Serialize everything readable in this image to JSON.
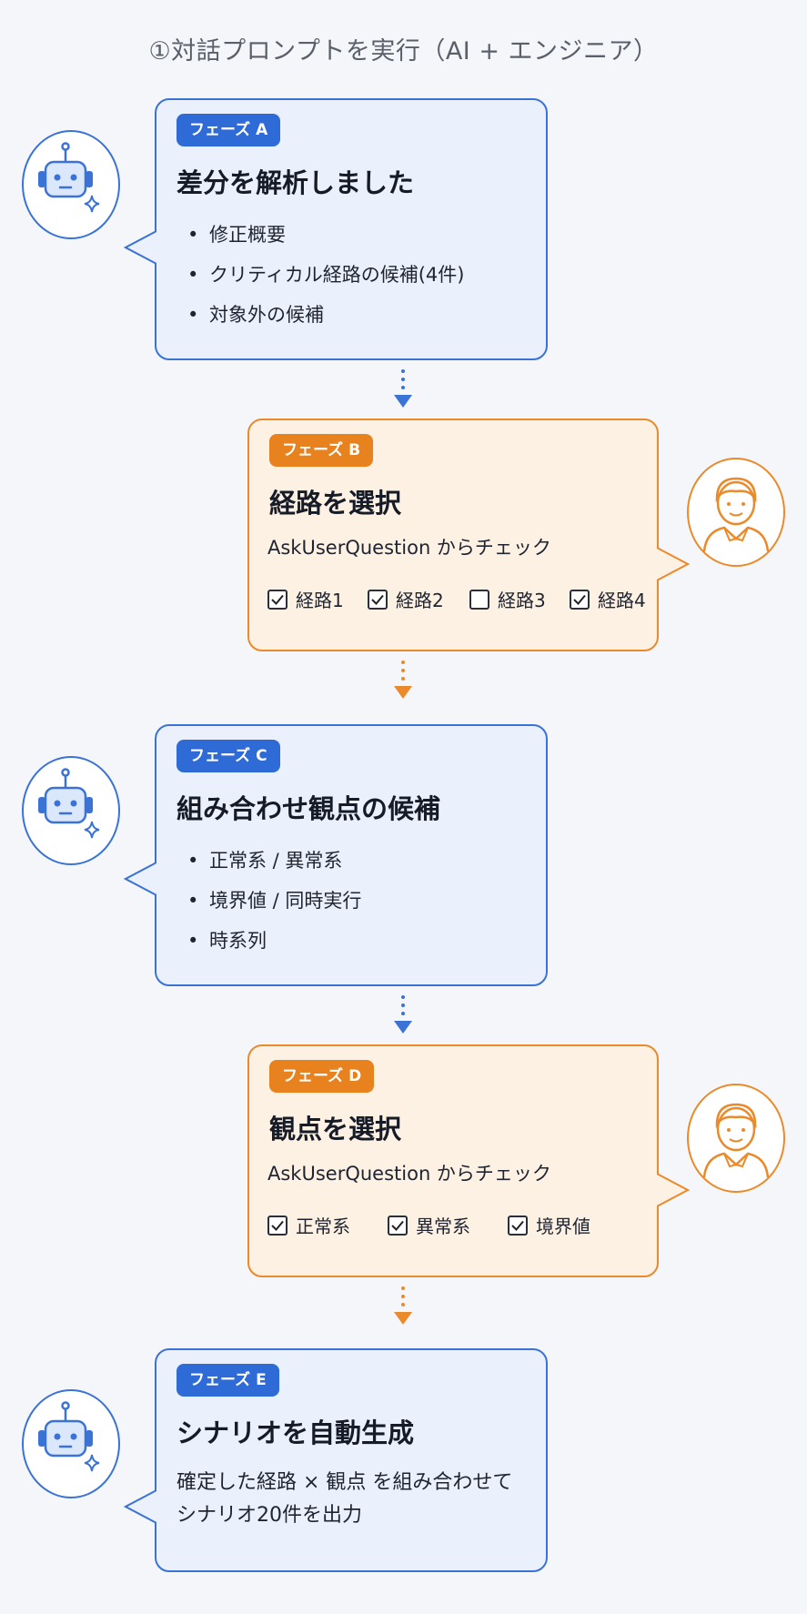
{
  "title": "①対話プロンプトを実行（AI + エンジニア）",
  "colors": {
    "ai_accent": "#2e6bd6",
    "user_accent": "#e8821f",
    "ai_bg": "#eaf1fc",
    "user_bg": "#fdf1e4"
  },
  "phases": {
    "a": {
      "actor_icon": "robot-icon",
      "badge": "フェーズ A",
      "heading": "差分を解析しました",
      "items": [
        "修正概要",
        "クリティカル経路の候補(4件)",
        "対象外の候補"
      ]
    },
    "b": {
      "actor_icon": "engineer-icon",
      "badge": "フェーズ B",
      "heading": "経路を選択",
      "subtext": "AskUserQuestion からチェック",
      "options": [
        {
          "label": "経路1",
          "checked": true
        },
        {
          "label": "経路2",
          "checked": true
        },
        {
          "label": "経路3",
          "checked": false
        },
        {
          "label": "経路4",
          "checked": true
        }
      ]
    },
    "c": {
      "actor_icon": "robot-icon",
      "badge": "フェーズ C",
      "heading": "組み合わせ観点の候補",
      "items": [
        "正常系 / 異常系",
        "境界値 / 同時実行",
        "時系列"
      ]
    },
    "d": {
      "actor_icon": "engineer-icon",
      "badge": "フェーズ D",
      "heading": "観点を選択",
      "subtext": "AskUserQuestion からチェック",
      "options": [
        {
          "label": "正常系",
          "checked": true
        },
        {
          "label": "異常系",
          "checked": true
        },
        {
          "label": "境界値",
          "checked": true
        }
      ]
    },
    "e": {
      "actor_icon": "robot-icon",
      "badge": "フェーズ E",
      "heading": "シナリオを自動生成",
      "lines": [
        "確定した経路 × 観点 を組み合わせて",
        "シナリオ20件を出力"
      ]
    }
  }
}
